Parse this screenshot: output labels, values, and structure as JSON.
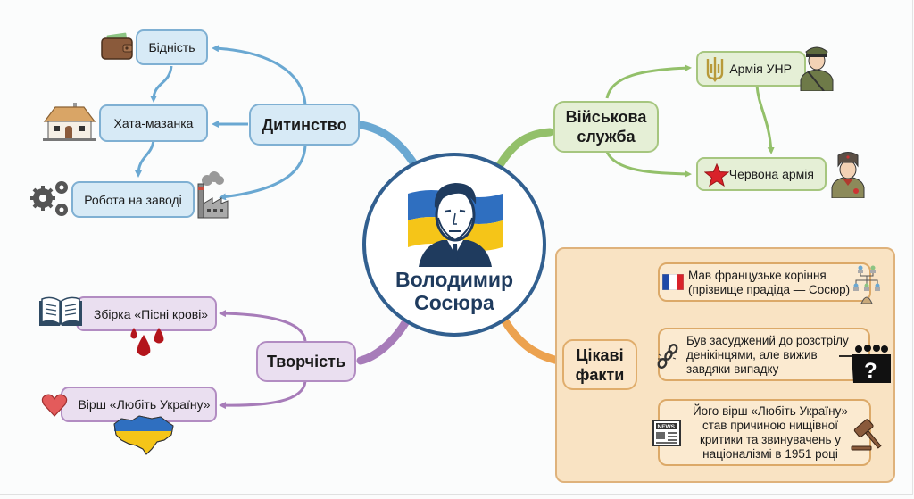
{
  "center": {
    "title_line1": "Володимир",
    "title_line2": "Сосюра",
    "portrait": "portrait-with-ukrainian-flag",
    "colors": {
      "ring": "#315f8f",
      "flag_blue": "#2f6fc0",
      "flag_yellow": "#f5c518"
    }
  },
  "branches": {
    "childhood": {
      "label": "Дитинство",
      "color": "#6aa8d2",
      "items": [
        {
          "label": "Бідність",
          "icon": "wallet-icon"
        },
        {
          "label": "Хата-мазанка",
          "icon": "house-icon"
        },
        {
          "label": "Робота на заводі",
          "icon": "factory-icon",
          "icon2": "gears-icon"
        }
      ]
    },
    "military": {
      "label_line1": "Військова",
      "label_line2": "служба",
      "color": "#93c06a",
      "items": [
        {
          "label": "Армія УНР",
          "icon": "trident-icon",
          "icon2": "soldier-unr-icon"
        },
        {
          "label": "Червона армія",
          "icon": "red-star-icon",
          "icon2": "soldier-red-army-icon"
        }
      ]
    },
    "creativity": {
      "label": "Творчість",
      "color": "#a77cb9",
      "items": [
        {
          "label": "Збірка «Пісні крові»",
          "icon": "book-icon",
          "icon2": "blood-drops-icon"
        },
        {
          "label": "Вірш «Любіть Україну»",
          "icon": "heart-icon",
          "icon2": "ukraine-map-icon"
        }
      ]
    },
    "facts": {
      "label_line1": "Цікаві",
      "label_line2": "факти",
      "color": "#eca24f",
      "items": [
        {
          "lines": [
            "Мав французьке коріння",
            "(прізвище прадіда — Сосюр)"
          ],
          "icon": "france-flag-icon",
          "icon2": "family-tree-icon"
        },
        {
          "lines": [
            "Був засуджений до розстрілу",
            "денікінцями, але вижив",
            "завдяки випадку"
          ],
          "icon": "broken-chain-icon",
          "icon2": "firing-squad-icon"
        },
        {
          "lines": [
            "Його вірш «Любіть Україну»",
            "став причиною нищівної",
            "критики та звинувачень у",
            "націоналізмі в 1951 році"
          ],
          "icon": "newspaper-icon",
          "icon2": "gavel-icon"
        }
      ]
    }
  }
}
